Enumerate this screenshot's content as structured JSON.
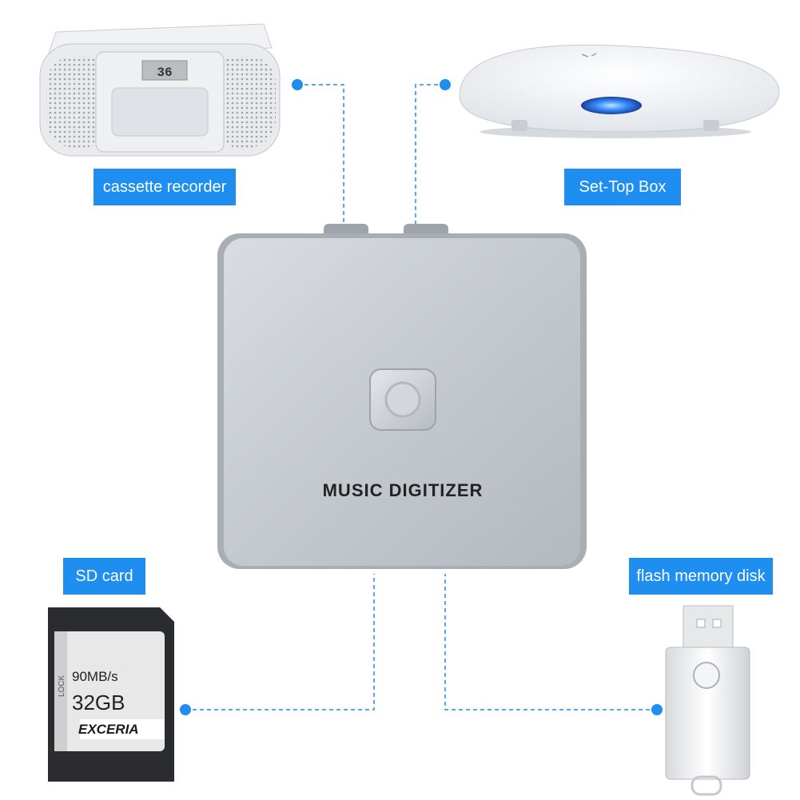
{
  "labels": {
    "cassette": "cassette recorder",
    "settop": "Set-Top Box",
    "sd": "SD card",
    "flash": "flash memory disk"
  },
  "digitizer": {
    "title": "MUSIC DIGITIZER"
  },
  "sd_card": {
    "speed": "90MB/s",
    "capacity": "32GB",
    "brand": "EXCERIA",
    "lock": "LOCK"
  },
  "radio": {
    "display": "36"
  },
  "colors": {
    "accent": "#1E8EF0",
    "connector": "#1E8EF0"
  },
  "icons": [
    "cassette-recorder-icon",
    "set-top-box-icon",
    "sd-card-icon",
    "usb-flash-drive-icon"
  ]
}
